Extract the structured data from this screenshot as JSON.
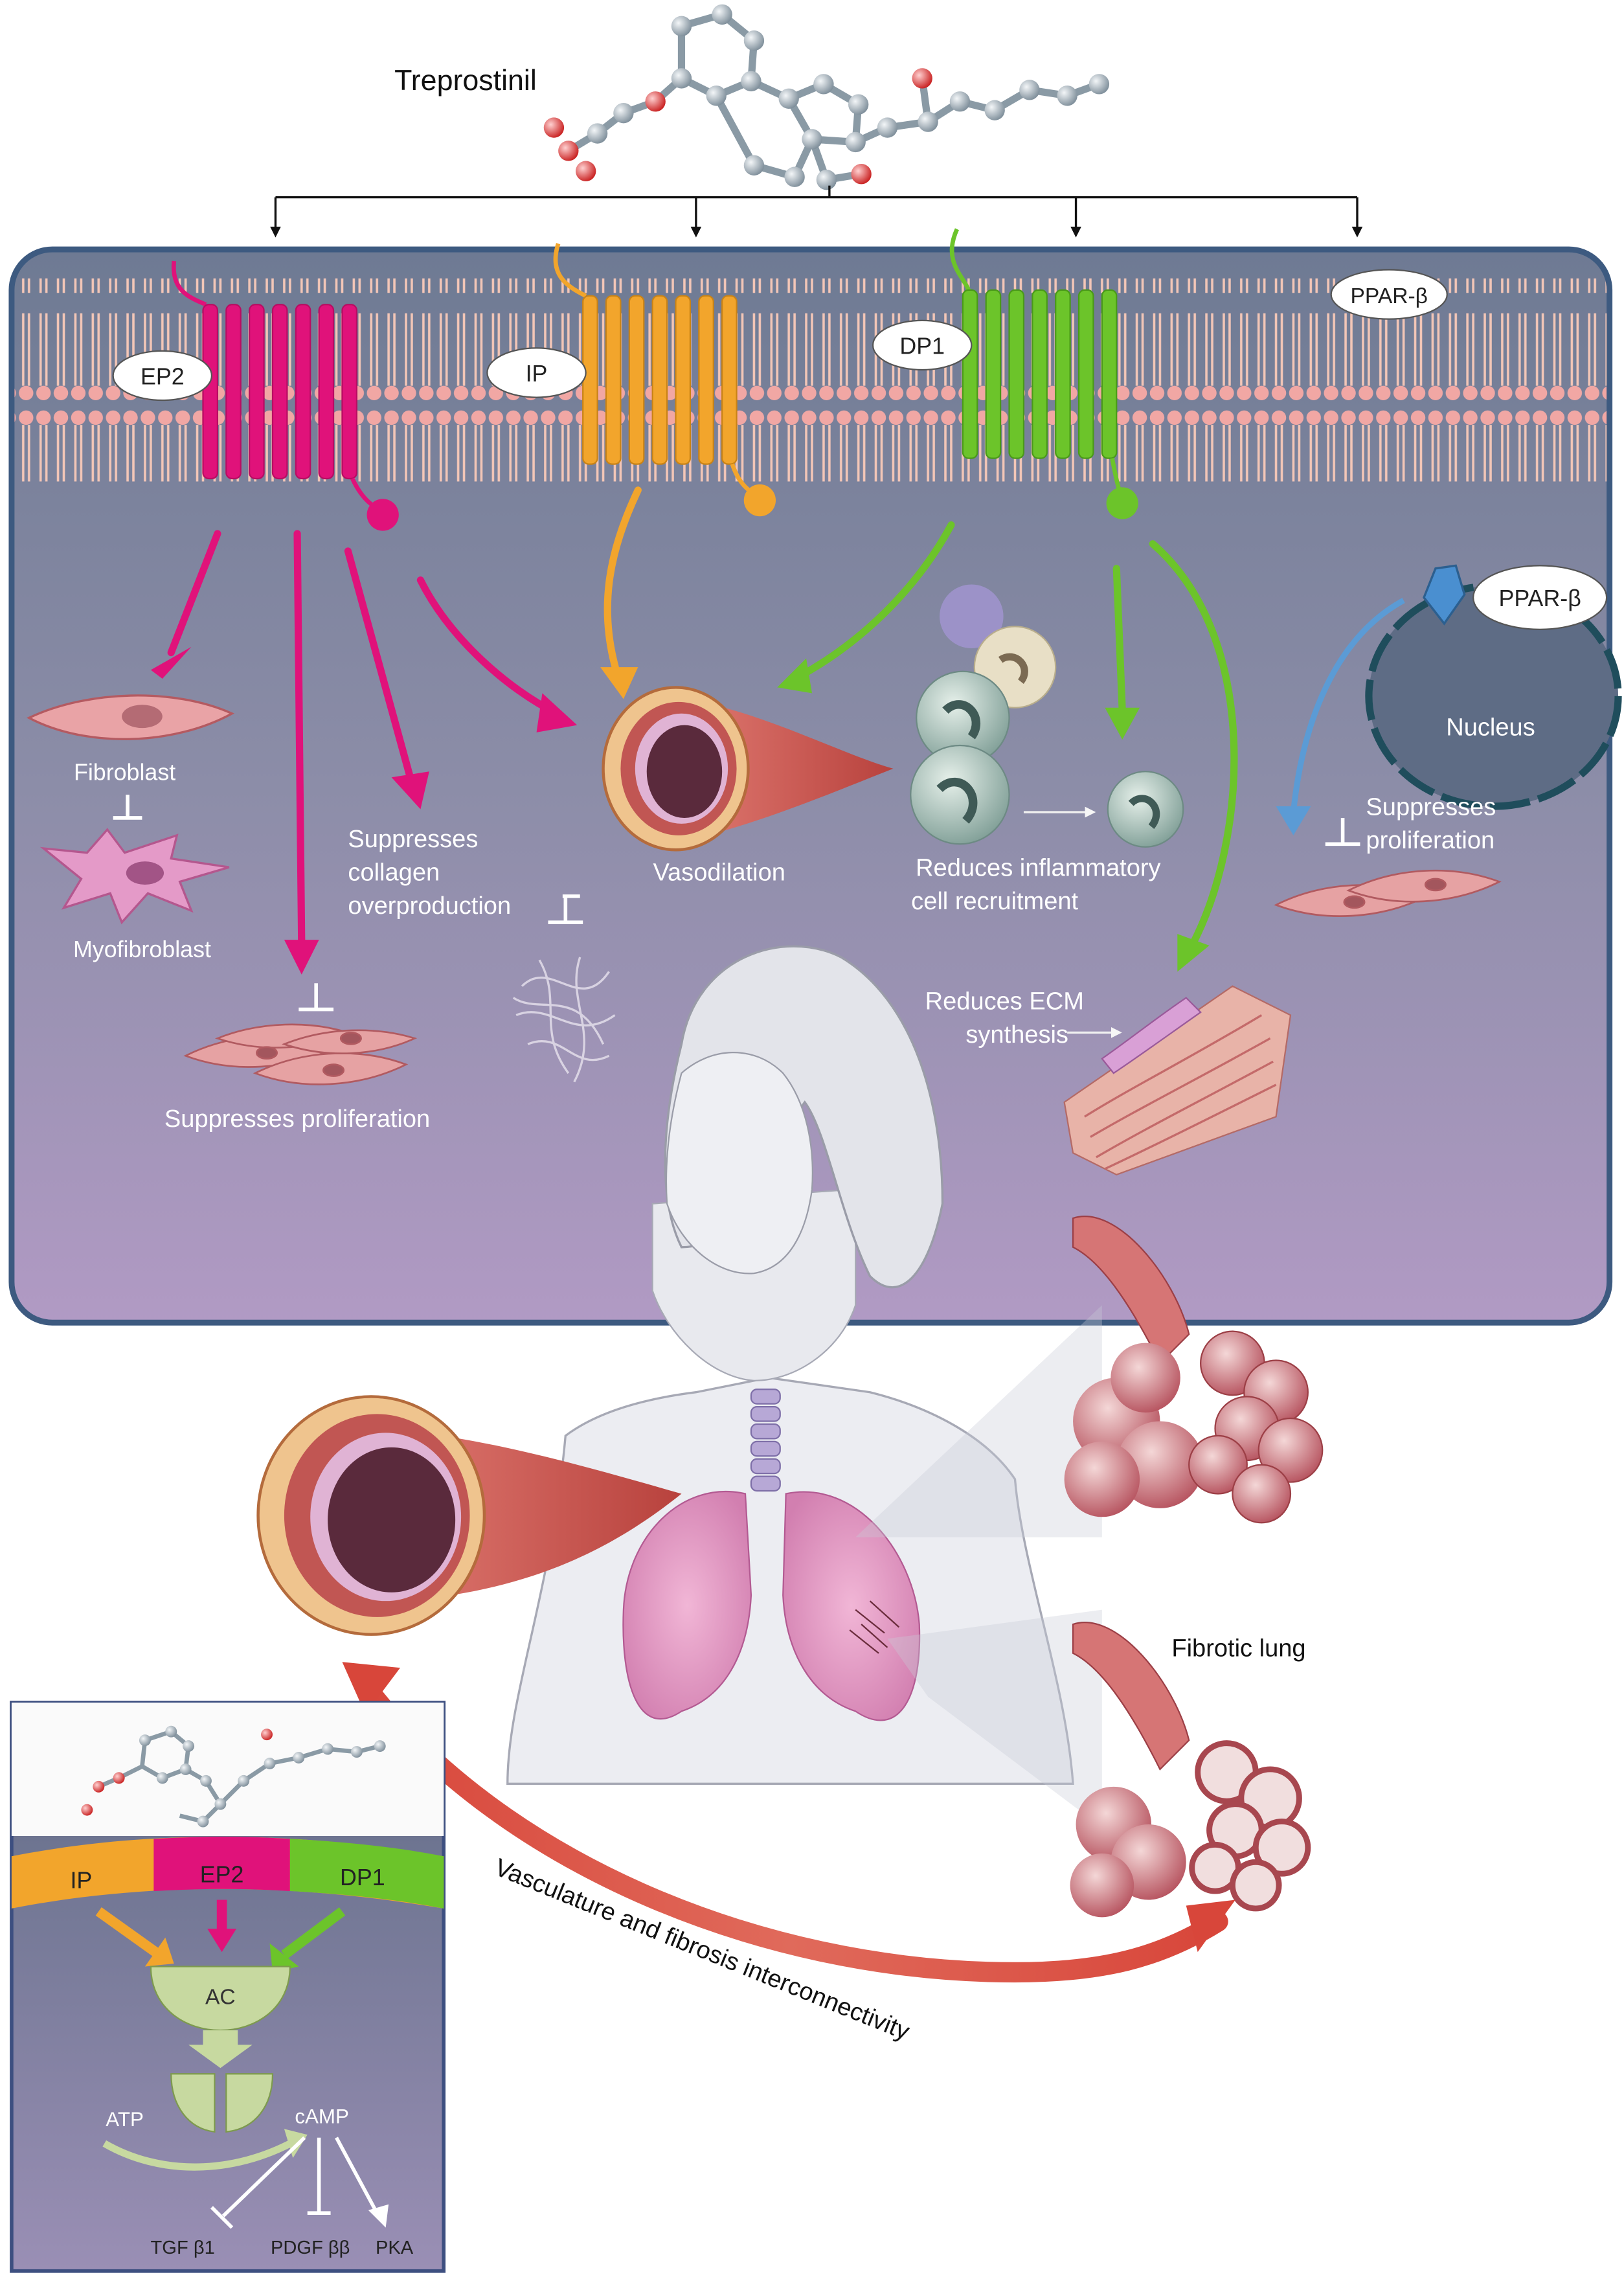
{
  "title": "Treprostinil",
  "receptors": {
    "ep2": "EP2",
    "ip": "IP",
    "dp1": "DP1",
    "ppar_top": "PPAR-β",
    "ppar_nucleus": "PPAR-β",
    "nucleus": "Nucleus"
  },
  "labels": {
    "fibroblast": "Fibroblast",
    "myofibroblast": "Myofibroblast",
    "suppresses_collagen_1": "Suppresses",
    "suppresses_collagen_2": "collagen",
    "suppresses_collagen_3": "overproduction",
    "vasodilation": "Vasodilation",
    "reduces_inflam_1": "Reduces inflammatory",
    "reduces_inflam_2": "cell recruitment",
    "suppresses_prolif_right_1": "Suppresses",
    "suppresses_prolif_right_2": "proliferation",
    "suppresses_prolif_left": "Suppresses proliferation",
    "reduces_ecm_1": "Reduces ECM",
    "reduces_ecm_2": "synthesis",
    "fibrotic_lung": "Fibrotic lung",
    "interconnectivity": "Vasculature and fibrosis interconnectivity"
  },
  "inset": {
    "ip": "IP",
    "ep2": "EP2",
    "dp1": "DP1",
    "ac": "AC",
    "atp": "ATP",
    "camp": "cAMP",
    "tgf": "TGF β1",
    "pdgf": "PDGF ββ",
    "pka": "PKA"
  },
  "colors": {
    "ep2": "#e0127a",
    "ip": "#f2a52c",
    "dp1": "#6cc42a",
    "ppar": "#5b9bd5",
    "cell_border": "#3d5a80",
    "vessel": "#c0504d",
    "interconnect_arrow": "#d84a3c"
  }
}
